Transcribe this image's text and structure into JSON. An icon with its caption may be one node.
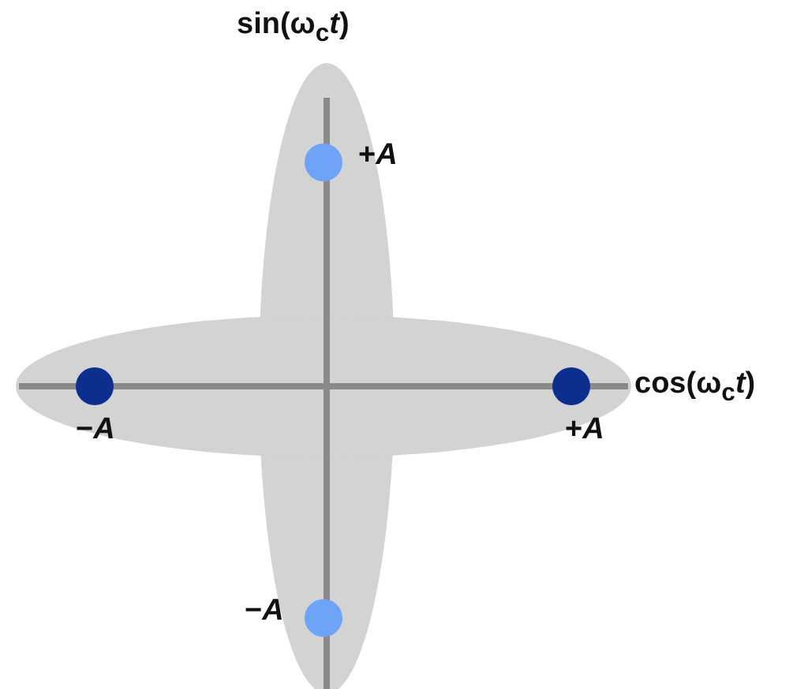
{
  "diagram": {
    "nodes": [
      {
        "text": [],
        "shape": "circle",
        "beside": [
          "+*A*"
        ]
      },
      {
        "text": [],
        "shape": "circle",
        "beside": [
          "−*A*"
        ]
      },
      {
        "text": [],
        "shape": "circle",
        "beside": [
          "+*A*"
        ]
      },
      {
        "text": [],
        "shape": "circle",
        "beside": [
          "−*A*"
        ]
      }
    ],
    "edges": [],
    "labels": [
      "sin(ω$_{c}$*t*)",
      "cos(ω$_{c}$*t*)"
    ]
  }
}
